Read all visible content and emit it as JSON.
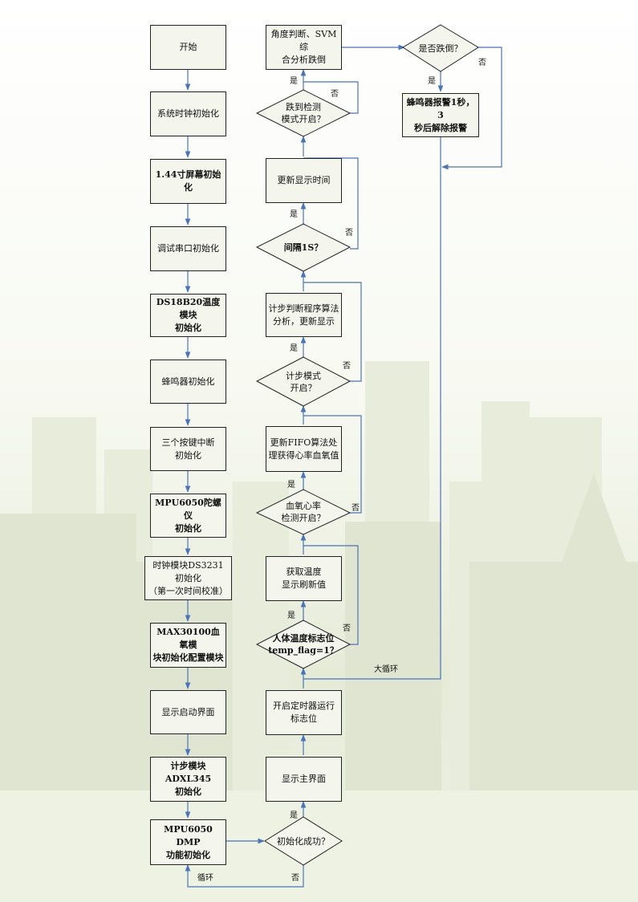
{
  "colors": {
    "line": "#4a74b8",
    "box_border": "#222222",
    "box_fill": "#f4f6ee"
  },
  "left_column": [
    {
      "text": "开始"
    },
    {
      "text": "系统时钟初始化"
    },
    {
      "text": "1.44寸屏幕初始化"
    },
    {
      "text": "调试串口初始化"
    },
    {
      "text": "DS18B20温度模块\n初始化"
    },
    {
      "text": "蜂鸣器初始化"
    },
    {
      "text": "三个按键中断\n初始化"
    },
    {
      "text": "MPU6050陀螺仪\n初始化"
    },
    {
      "text": "时钟模块DS3231\n初始化\n（第一次时间校准）"
    },
    {
      "text": "MAX30100血氧模\n块初始化配置模块"
    },
    {
      "text": "显示启动界面"
    },
    {
      "text": "计步模块ADXL345\n初始化"
    },
    {
      "text": "MPU6050 DMP\n功能初始化"
    }
  ],
  "middle_column": {
    "fall_analysis": "角度判断、SVM综\n合分析跌倒",
    "fall_mode": "跌到检测\n模式开启？",
    "update_time": "更新显示时间",
    "interval": "间隔1S？",
    "step_algo": "计步判断程序算法\n分析，更新显示",
    "step_mode": "计步模式\n开启？",
    "fifo": "更新FIFO算法处\n理获得心率血氧值",
    "spo2_mode": "血氧心率\n检测开启？",
    "get_temp": "获取温度\n显示刷新值",
    "temp_flag": "人体温度标志位\ntemp_flag=1？",
    "timer": "开启定时器运行\n标志位",
    "main_ui": "显示主界面",
    "init_ok": "初始化成功？"
  },
  "right_column": {
    "is_fall": "是否跌倒？",
    "alarm": "蜂鸣器报警1秒，3\n秒后解除报警"
  },
  "labels": {
    "yes": "是",
    "no": "否",
    "loop": "循环",
    "big_loop": "大循环"
  }
}
